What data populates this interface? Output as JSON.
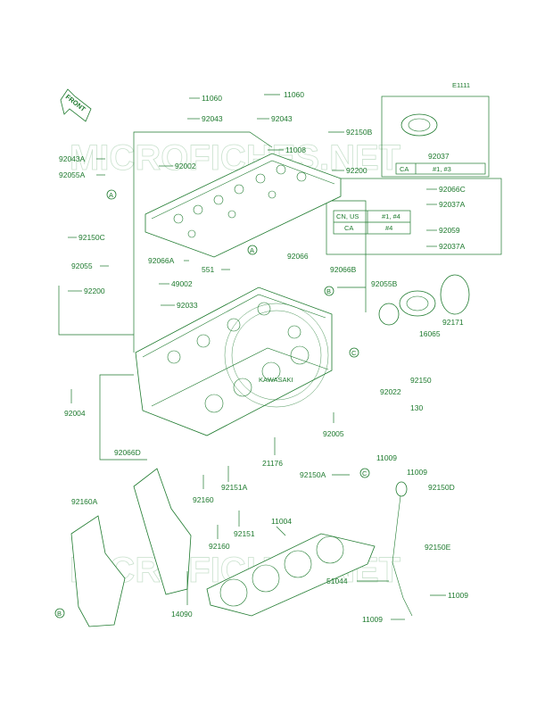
{
  "figure_code": "E1111",
  "front_label": "FRONT",
  "watermark": "MICROFICHES.NET",
  "seal_text": "KAWASAKI",
  "parts": [
    {
      "id": "11060-l",
      "text": "11060"
    },
    {
      "id": "11060-r",
      "text": "11060"
    },
    {
      "id": "92043-l",
      "text": "92043"
    },
    {
      "id": "92043-r",
      "text": "92043"
    },
    {
      "id": "92150B",
      "text": "92150B"
    },
    {
      "id": "11008",
      "text": "11008"
    },
    {
      "id": "92043A",
      "text": "92043A"
    },
    {
      "id": "92002",
      "text": "92002"
    },
    {
      "id": "92055A",
      "text": "92055A"
    },
    {
      "id": "92200-top",
      "text": "92200"
    },
    {
      "id": "92150C",
      "text": "92150C"
    },
    {
      "id": "92055",
      "text": "92055"
    },
    {
      "id": "92200-left",
      "text": "92200"
    },
    {
      "id": "92066A",
      "text": "92066A"
    },
    {
      "id": "551",
      "text": "551"
    },
    {
      "id": "92066",
      "text": "92066"
    },
    {
      "id": "92066B",
      "text": "92066B"
    },
    {
      "id": "49002",
      "text": "49002"
    },
    {
      "id": "92033",
      "text": "92033"
    },
    {
      "id": "92055B",
      "text": "92055B"
    },
    {
      "id": "92171",
      "text": "92171"
    },
    {
      "id": "16065",
      "text": "16065"
    },
    {
      "id": "92150",
      "text": "92150"
    },
    {
      "id": "92022",
      "text": "92022"
    },
    {
      "id": "130",
      "text": "130"
    },
    {
      "id": "92004",
      "text": "92004"
    },
    {
      "id": "92005",
      "text": "92005"
    },
    {
      "id": "92066D",
      "text": "92066D"
    },
    {
      "id": "21176",
      "text": "21176"
    },
    {
      "id": "92150A",
      "text": "92150A"
    },
    {
      "id": "11009-a",
      "text": "11009"
    },
    {
      "id": "11009-b",
      "text": "11009"
    },
    {
      "id": "92150D",
      "text": "92150D"
    },
    {
      "id": "92151A",
      "text": "92151A"
    },
    {
      "id": "92160-a",
      "text": "92160"
    },
    {
      "id": "92160A",
      "text": "92160A"
    },
    {
      "id": "92151",
      "text": "92151"
    },
    {
      "id": "11004",
      "text": "11004"
    },
    {
      "id": "92160-b",
      "text": "92160"
    },
    {
      "id": "92150E",
      "text": "92150E"
    },
    {
      "id": "51044",
      "text": "51044"
    },
    {
      "id": "11009-c",
      "text": "11009"
    },
    {
      "id": "14090",
      "text": "14090"
    },
    {
      "id": "11009-d",
      "text": "11009"
    },
    {
      "id": "92066C",
      "text": "92066C"
    },
    {
      "id": "92037A-a",
      "text": "92037A"
    },
    {
      "id": "92059",
      "text": "92059"
    },
    {
      "id": "92037A-b",
      "text": "92037A"
    },
    {
      "id": "92037",
      "text": "92037"
    }
  ],
  "refs": {
    "a": "A",
    "b": "B",
    "c": "C"
  },
  "table_92037": {
    "col1": "CA",
    "col2": "#1, #3"
  },
  "table_vent": {
    "r1c1": "CN, US",
    "r1c2": "#1, #4",
    "r2c1": "CA",
    "r2c2": "#4"
  }
}
